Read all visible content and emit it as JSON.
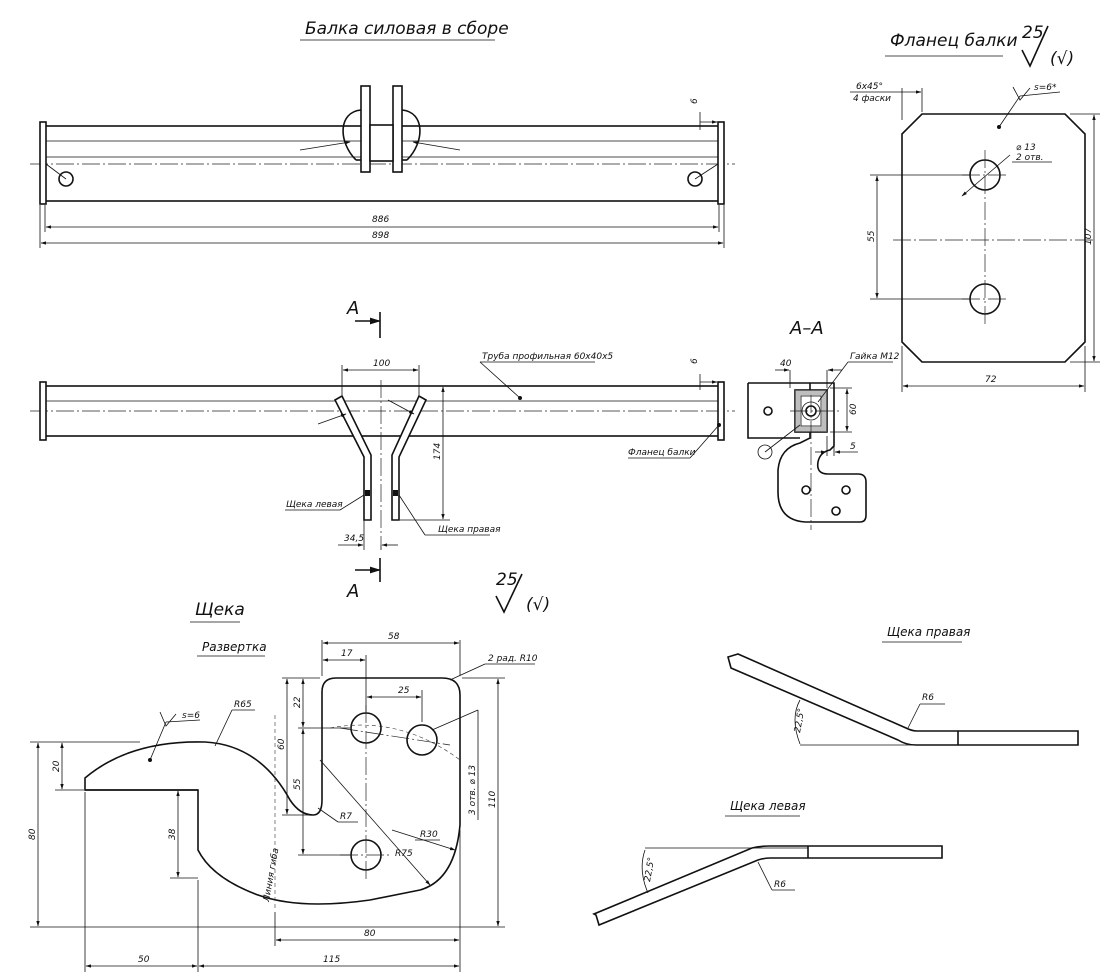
{
  "titles": {
    "assembly": "Балка силовая в сборе",
    "flange": "Фланец балки",
    "cheek": "Щека",
    "unfold": "Развертка",
    "cheek_right": "Щека правая",
    "cheek_left": "Щека левая",
    "section": "А–А"
  },
  "roughness": {
    "value": "25",
    "flange_sign": "(√)",
    "cheek_sign": "(√)"
  },
  "section_marks": {
    "top": "А",
    "bottom": "А"
  },
  "assembly": {
    "dim_886": "886",
    "dim_898": "898",
    "dim_6": "6"
  },
  "plan": {
    "dim_100": "100",
    "dim_6": "6",
    "dim_174": "174",
    "dim_34_5": "34,5",
    "tube_label": "Труба профильная 60х40х5",
    "flange_label": "Фланец балки",
    "left_cheek_label": "Щека левая",
    "right_cheek_label": "Щека правая"
  },
  "section": {
    "dim_40": "40",
    "dim_60": "60",
    "dim_5": "5",
    "nut_label": "Гайка М12"
  },
  "flange": {
    "chamfer": "6х45°",
    "chamfer_count": "4 фаски",
    "thickness": "s=6*",
    "hole": "⌀ 13",
    "hole_count": "2 отв.",
    "dim_55": "55",
    "dim_107": "107",
    "dim_72": "72"
  },
  "cheek": {
    "thickness": "s=6",
    "r65": "R65",
    "r10": "2 рад. R10",
    "dim_58": "58",
    "dim_17": "17",
    "dim_25": "25",
    "dim_22": "22",
    "dim_60": "60",
    "dim_55": "55",
    "dim_20": "20",
    "dim_80v": "80",
    "dim_38": "38",
    "dim_110": "110",
    "holes": "3 отв. ⌀ 13",
    "r7": "R7",
    "r30": "R30",
    "r75": "R75",
    "bend_line": "Линия гиба",
    "dim_80h": "80",
    "dim_50": "50",
    "dim_115": "115"
  },
  "bend_right": {
    "angle": "22,5°",
    "radius": "R6"
  },
  "bend_left": {
    "angle": "22,5°",
    "radius": "R6"
  }
}
